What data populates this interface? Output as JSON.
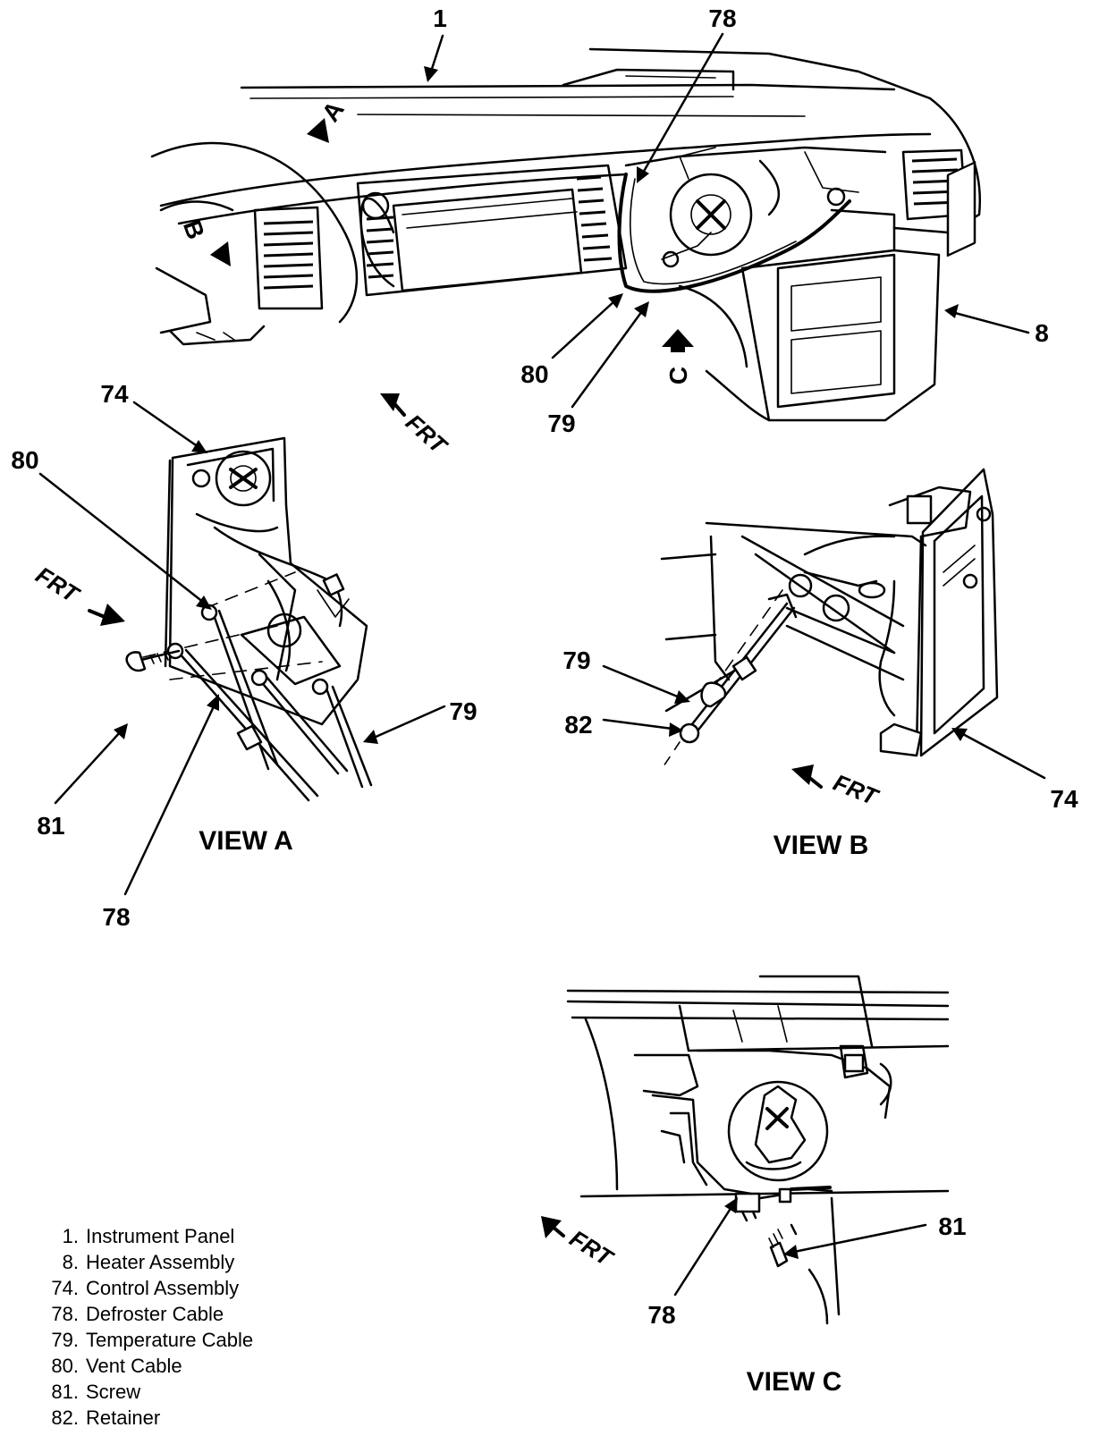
{
  "callouts": {
    "main_1": "1",
    "main_78": "78",
    "main_8": "8",
    "main_80": "80",
    "main_79": "79",
    "a_74": "74",
    "a_80": "80",
    "a_79": "79",
    "a_81": "81",
    "a_78": "78",
    "b_79": "79",
    "b_82": "82",
    "b_74": "74",
    "c_81": "81",
    "c_78": "78"
  },
  "view_markers": {
    "a": "A",
    "b": "B",
    "c": "C"
  },
  "front_label": "FRT",
  "view_titles": {
    "a": "VIEW A",
    "b": "VIEW B",
    "c": "VIEW C"
  },
  "legend": [
    {
      "num": "1.",
      "text": "Instrument Panel"
    },
    {
      "num": "8.",
      "text": "Heater Assembly"
    },
    {
      "num": "74.",
      "text": "Control Assembly"
    },
    {
      "num": "78.",
      "text": "Defroster Cable"
    },
    {
      "num": "79.",
      "text": "Temperature Cable"
    },
    {
      "num": "80.",
      "text": "Vent Cable"
    },
    {
      "num": "81.",
      "text": "Screw"
    },
    {
      "num": "82.",
      "text": "Retainer"
    }
  ]
}
